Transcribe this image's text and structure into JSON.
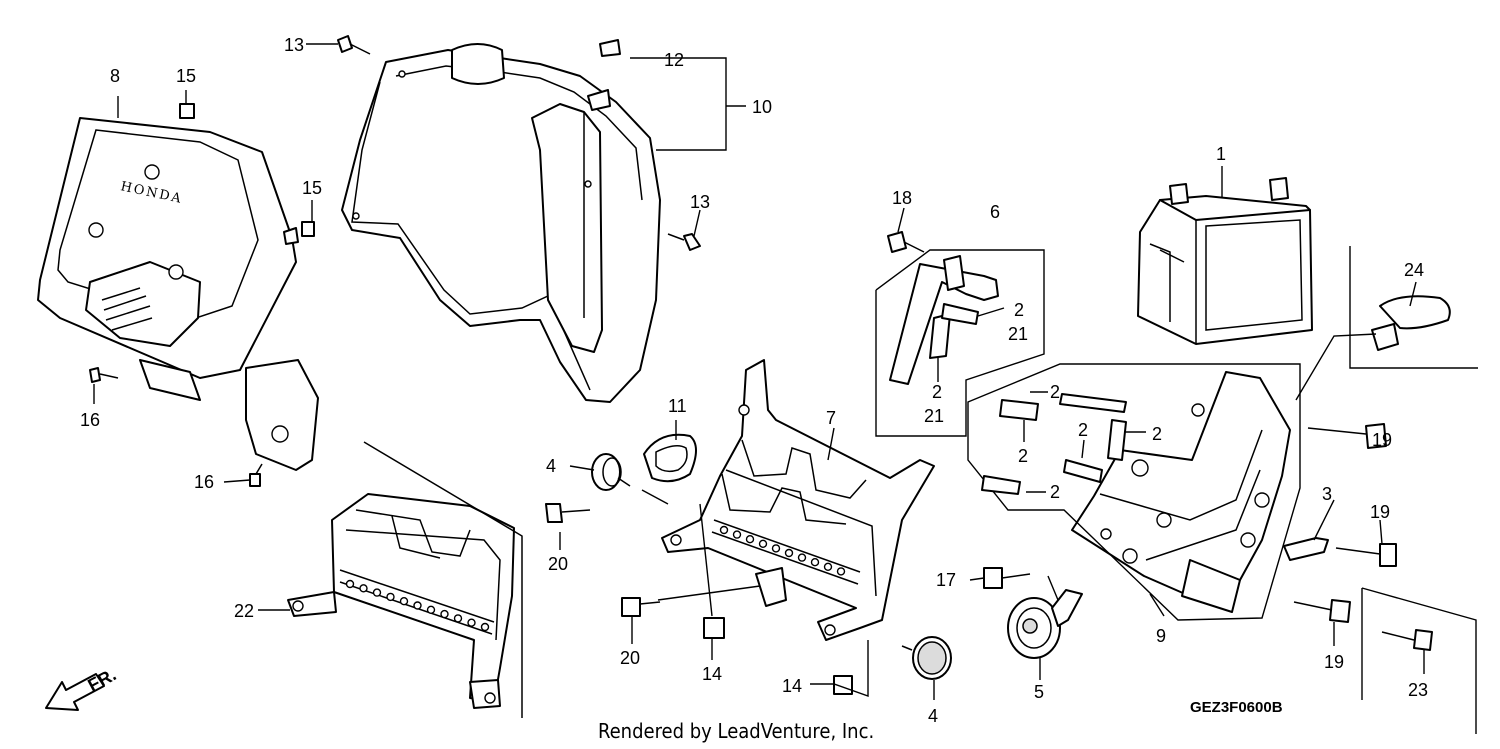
{
  "diagram": {
    "brand_mark": "HONDA",
    "direction_label": "FR.",
    "drawing_code": "GEZ3F0600B",
    "credit": "Rendered by LeadVenture, Inc.",
    "callouts": {
      "p1": "1",
      "p2a": "2",
      "p2b": "2",
      "p2c": "2",
      "p2d": "2",
      "p2e": "2",
      "p2f": "2",
      "p2g": "2",
      "p2h": "2",
      "p3": "3",
      "p4a": "4",
      "p4b": "4",
      "p5": "5",
      "p6": "6",
      "p7": "7",
      "p8": "8",
      "p9": "9",
      "p10": "10",
      "p11": "11",
      "p12": "12",
      "p13a": "13",
      "p13b": "13",
      "p14a": "14",
      "p14b": "14",
      "p15a": "15",
      "p15b": "15",
      "p16a": "16",
      "p16b": "16",
      "p17": "17",
      "p18": "18",
      "p19a": "19",
      "p19b": "19",
      "p19c": "19",
      "p20a": "20",
      "p20b": "20",
      "p21a": "21",
      "p21b": "21",
      "p22": "22",
      "p23": "23",
      "p24": "24"
    }
  }
}
